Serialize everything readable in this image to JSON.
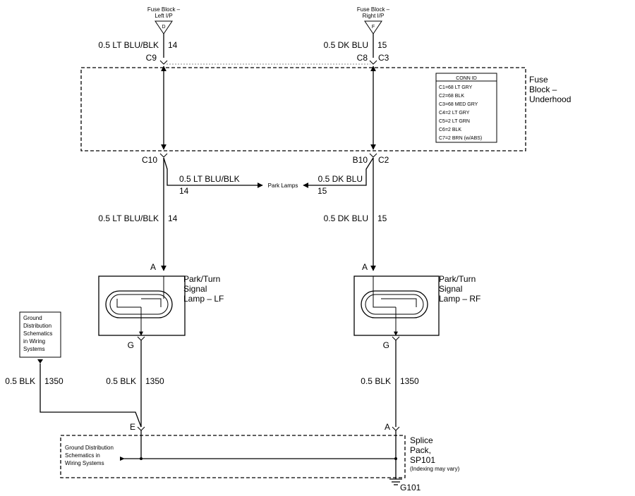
{
  "fuse_left": {
    "line1": "Fuse Block –",
    "line2": "Left I/P",
    "letter": "D"
  },
  "fuse_right": {
    "line1": "Fuse Block –",
    "line2": "Right I/P",
    "letter": "F"
  },
  "top_left_wire": {
    "label": "0.5 LT BLU/BLK",
    "circuit": "14"
  },
  "top_right_wire": {
    "label": "0.5 DK BLU",
    "circuit": "15"
  },
  "connectors": {
    "c9": "C9",
    "c8": "C8",
    "c3": "C3",
    "c10": "C10",
    "b10": "B10",
    "c2": "C2"
  },
  "underhood": {
    "line1": "Fuse",
    "line2": "Block –",
    "line3": "Underhood"
  },
  "conn_id": {
    "title": "CONN ID",
    "rows": [
      "C1=68 LT GRY",
      "C2=68 BLK",
      "C3=68 MED GRY",
      "C4=2 LT GRY",
      "C5=2 LT GRN",
      "C6=2 BLK",
      "C7=2 BRN (w/ABS)"
    ]
  },
  "park_branch": {
    "left_label": "0.5 LT BLU/BLK",
    "left_circuit": "14",
    "right_label": "0.5 DK BLU",
    "right_circuit": "15",
    "target": "Park Lamps"
  },
  "mid_left_wire": {
    "label": "0.5 LT BLU/BLK",
    "circuit": "14"
  },
  "mid_right_wire": {
    "label": "0.5 DK BLU",
    "circuit": "15"
  },
  "lamp_lf": {
    "pin_top": "A",
    "pin_bottom": "G",
    "line1": "Park/Turn",
    "line2": "Signal",
    "line3": "Lamp – LF"
  },
  "lamp_rf": {
    "pin_top": "A",
    "pin_bottom": "G",
    "line1": "Park/Turn",
    "line2": "Signal",
    "line3": "Lamp – RF"
  },
  "ground_ref_box": {
    "line1": "Ground",
    "line2": "Distribution",
    "line3": "Schematics",
    "line4": "in Wiring",
    "line5": "Systems"
  },
  "ground_ref_wire": {
    "label": "0.5 BLK",
    "circuit": "1350"
  },
  "lf_ground_wire": {
    "label": "0.5 BLK",
    "circuit": "1350"
  },
  "rf_ground_wire": {
    "label": "0.5 BLK",
    "circuit": "1350"
  },
  "splice_pins": {
    "left": "E",
    "right": "A"
  },
  "splice_pack": {
    "line1": "Splice",
    "line2": "Pack,",
    "line3": "SP101",
    "line4": "(Indexing may vary)"
  },
  "splice_ref": {
    "line1": "Ground Distribution",
    "line2": "Schematics in",
    "line3": "Wiring Systems"
  },
  "ground": "G101"
}
